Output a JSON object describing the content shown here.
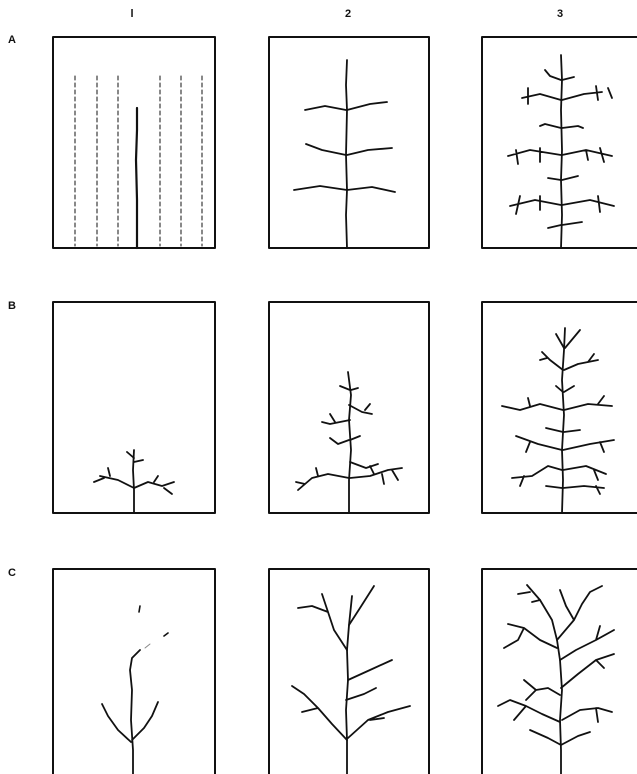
{
  "figure": {
    "column_labels": [
      "l",
      "2",
      "3"
    ],
    "row_labels": [
      "A",
      "B",
      "C"
    ],
    "panels": [
      {
        "row": "A",
        "col": "1",
        "tree": "A1"
      },
      {
        "row": "A",
        "col": "2",
        "tree": "A2"
      },
      {
        "row": "A",
        "col": "3",
        "tree": "A3"
      },
      {
        "row": "B",
        "col": "1",
        "tree": "B1"
      },
      {
        "row": "B",
        "col": "2",
        "tree": "B2"
      },
      {
        "row": "B",
        "col": "3",
        "tree": "B3"
      },
      {
        "row": "C",
        "col": "1",
        "tree": "C1"
      },
      {
        "row": "C",
        "col": "2",
        "tree": "C2"
      },
      {
        "row": "C",
        "col": "3",
        "tree": "C3"
      }
    ],
    "colors": {
      "line": "#111111",
      "background": "#ffffff"
    }
  }
}
